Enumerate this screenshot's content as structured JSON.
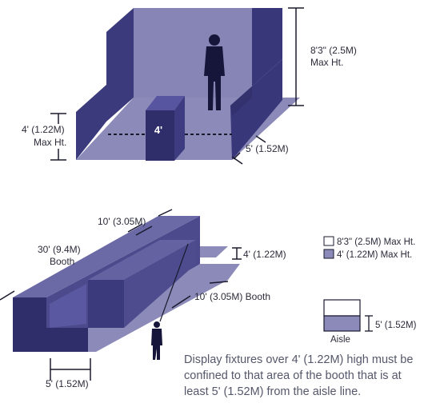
{
  "colors": {
    "dark_wall": "#393877",
    "mid_wall": "#4b4a8a",
    "light_wall": "#8482b3",
    "floor": "#8b8ab8",
    "dark_block": "#2f2e6a",
    "figure": "#16163a",
    "line": "#1a1a2e"
  },
  "top_diagram": {
    "height_tall": "8'3\" (2.5M)",
    "height_tall_sub": "Max Ht.",
    "height_low": "4' (1.22M)",
    "height_low_sub": "Max Ht.",
    "block_label": "4'",
    "depth_label": "5' (1.52M)"
  },
  "bottom_diagram": {
    "top_width": "10' (3.05M)",
    "length_label": "30' (9.4M)",
    "length_sub": "Booth",
    "right_height": "4' (1.22M)",
    "booth_width": "10' (3.05M) Booth",
    "front_depth": "5' (1.52M)"
  },
  "legend": {
    "tall_label": "8'3\" (2.5M) Max Ht.",
    "low_label": "4' (1.22M) Max Ht.",
    "aisle_depth": "5' (1.52M)",
    "aisle_label": "Aisle"
  },
  "note": {
    "line1": "Display fixtures over 4' (1.22M) high must be",
    "line2": "confined to that area of the booth that is at",
    "line3": "least 5' (1.52M) from the aisle line."
  }
}
